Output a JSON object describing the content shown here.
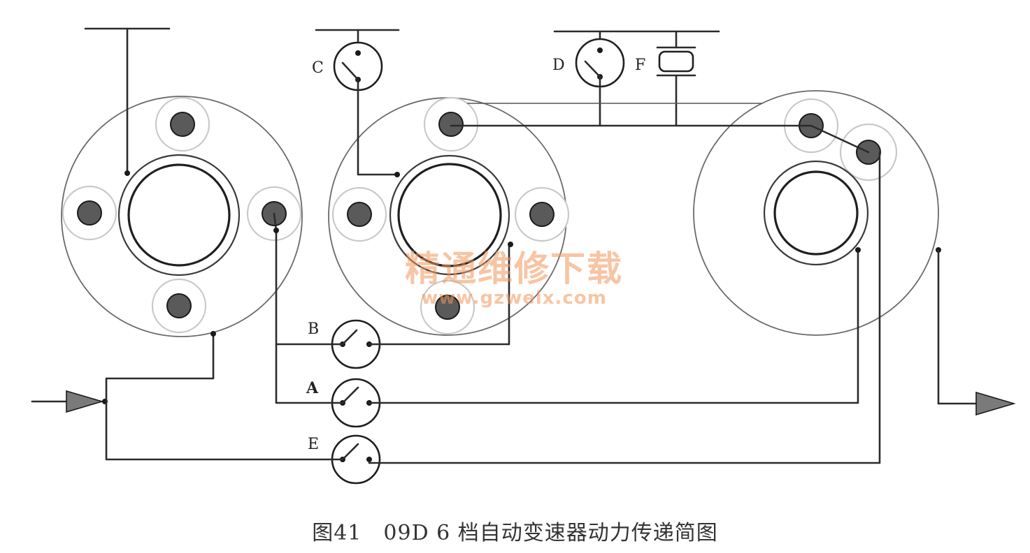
{
  "labels": {
    "A": "A",
    "B": "B",
    "C": "C",
    "D": "D",
    "E": "E",
    "F": "F"
  },
  "watermark": {
    "line1": "精通维修下载",
    "line2": "www.gzweix.com"
  },
  "caption": "图41　09D 6 档自动变速器动力传递简图"
}
